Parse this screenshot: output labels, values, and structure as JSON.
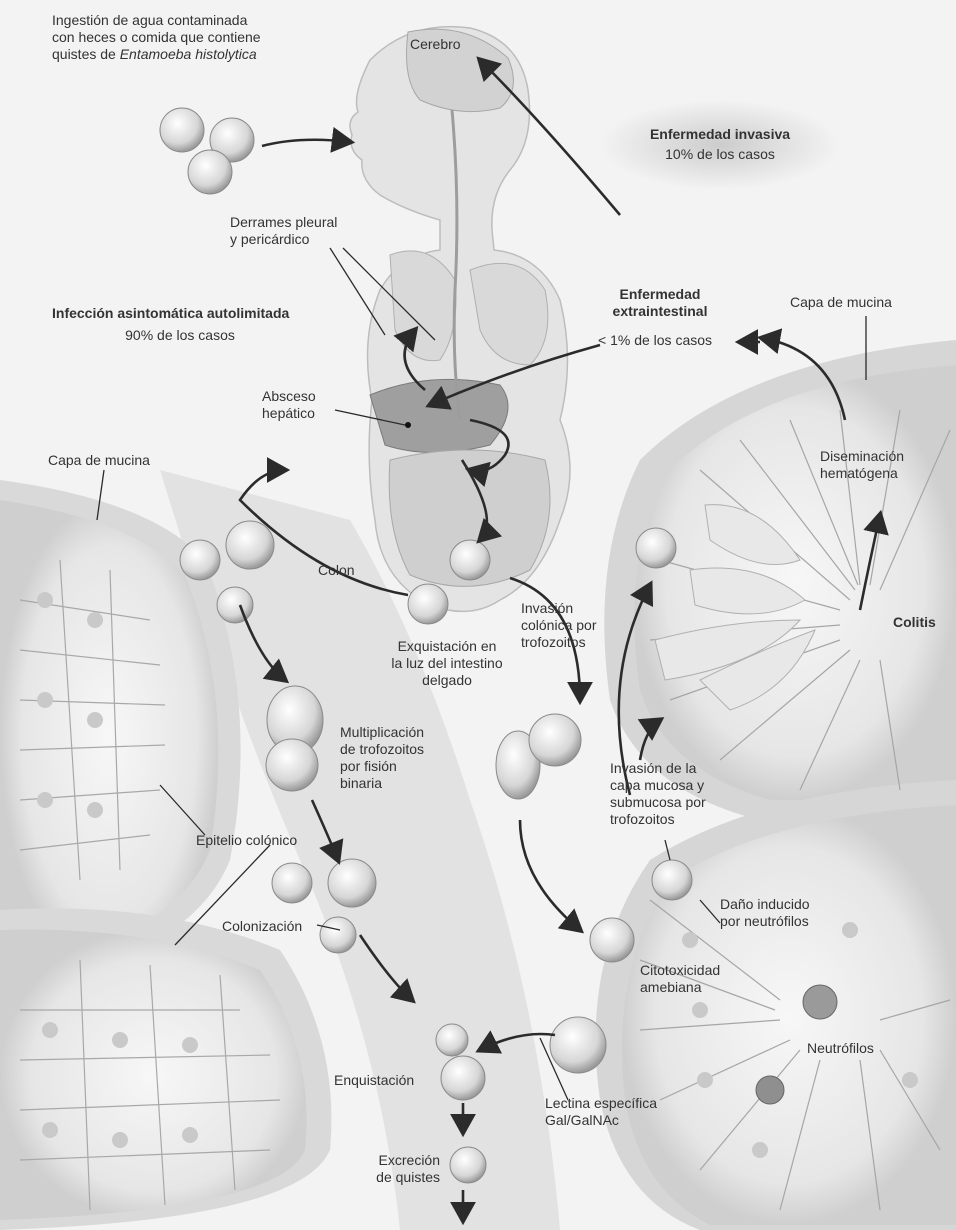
{
  "labels": {
    "ingestion_line1": "Ingestión de agua contaminada",
    "ingestion_line2": "con heces o comida que contiene",
    "ingestion_line3": "quistes de",
    "ingestion_species": "Entamoeba histolytica",
    "cerebro": "Cerebro",
    "invasiva_title": "Enfermedad invasiva",
    "invasiva_pct": "10% de los casos",
    "derrames_line1": "Derrames pleural",
    "derrames_line2": "y pericárdico",
    "asintomatica_title": "Infección asintomática autolimitada",
    "asintomatica_pct": "90% de los casos",
    "extraintestinal_line1": "Enfermedad",
    "extraintestinal_line2": "extraintestinal",
    "extraintestinal_pct": "< 1% de los casos",
    "mucina_right": "Capa de mucina",
    "absceso_line1": "Absceso",
    "absceso_line2": "hepático",
    "mucina_left": "Capa de mucina",
    "diseminacion_line1": "Diseminación",
    "diseminacion_line2": "hematógena",
    "colon": "Colon",
    "colitis": "Colitis",
    "exquistacion_line1": "Exquistación en",
    "exquistacion_line2": "la luz del intestino",
    "exquistacion_line3": "delgado",
    "invasion_colonica_line1": "Invasión",
    "invasion_colonica_line2": "colónica por",
    "invasion_colonica_line3": "trofozoitos",
    "multiplicacion_line1": "Multiplicación",
    "multiplicacion_line2": "de trofozoitos",
    "multiplicacion_line3": "por fisión",
    "multiplicacion_line4": "binaria",
    "invasion_mucosa_line1": "Invasión de la",
    "invasion_mucosa_line2": "capa mucosa y",
    "invasion_mucosa_line3": "submucosa por",
    "invasion_mucosa_line4": "trofozoitos",
    "epitelio": "Epitelio colónico",
    "dano_line1": "Daño inducido",
    "dano_line2": "por neutrófilos",
    "colonizacion": "Colonización",
    "citotoxicidad_line1": "Citotoxicidad",
    "citotoxicidad_line2": "amebiana",
    "enquistacion": "Enquistación",
    "neutrofilos": "Neutrófilos",
    "lectina_line1": "Lectina específica",
    "lectina_line2": "Gal/GalNAc",
    "excrecion_line1": "Excreción",
    "excrecion_line2": "de quistes"
  }
}
